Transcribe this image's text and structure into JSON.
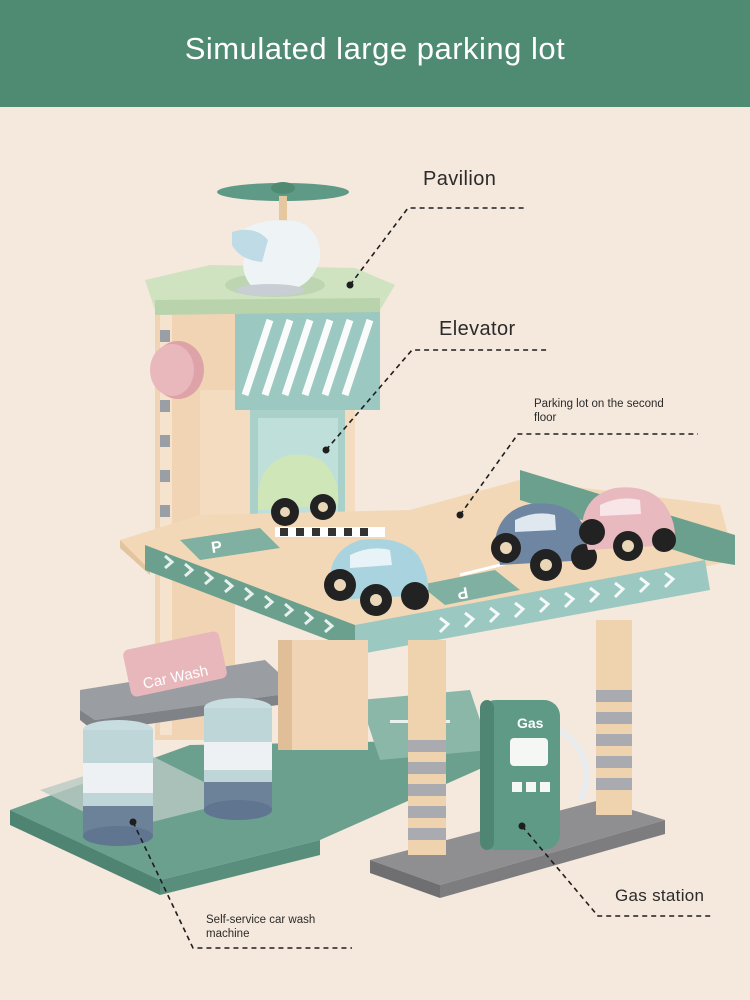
{
  "header": {
    "title": "Simulated large parking lot"
  },
  "labels": {
    "pavilion": "Pavilion",
    "elevator": "Elevator",
    "parking_second_floor_line1": "Parking lot on the second",
    "parking_second_floor_line2": "floor",
    "gas_station": "Gas station",
    "car_wash_line1": "Self-service car wash",
    "car_wash_line2": "machine"
  },
  "toy_text": {
    "car_wash_sign": "Car Wash",
    "gas_pump_sign": "Gas",
    "parking_mark": "P"
  },
  "colors": {
    "header_bg": "#4f8a73",
    "background": "#f5e8dc",
    "toy_green": "#5f9a86",
    "toy_mint": "#9cc8c2",
    "toy_pink": "#e6b9bc",
    "toy_wood": "#f1d7b8",
    "toy_grey": "#8f8f92"
  }
}
